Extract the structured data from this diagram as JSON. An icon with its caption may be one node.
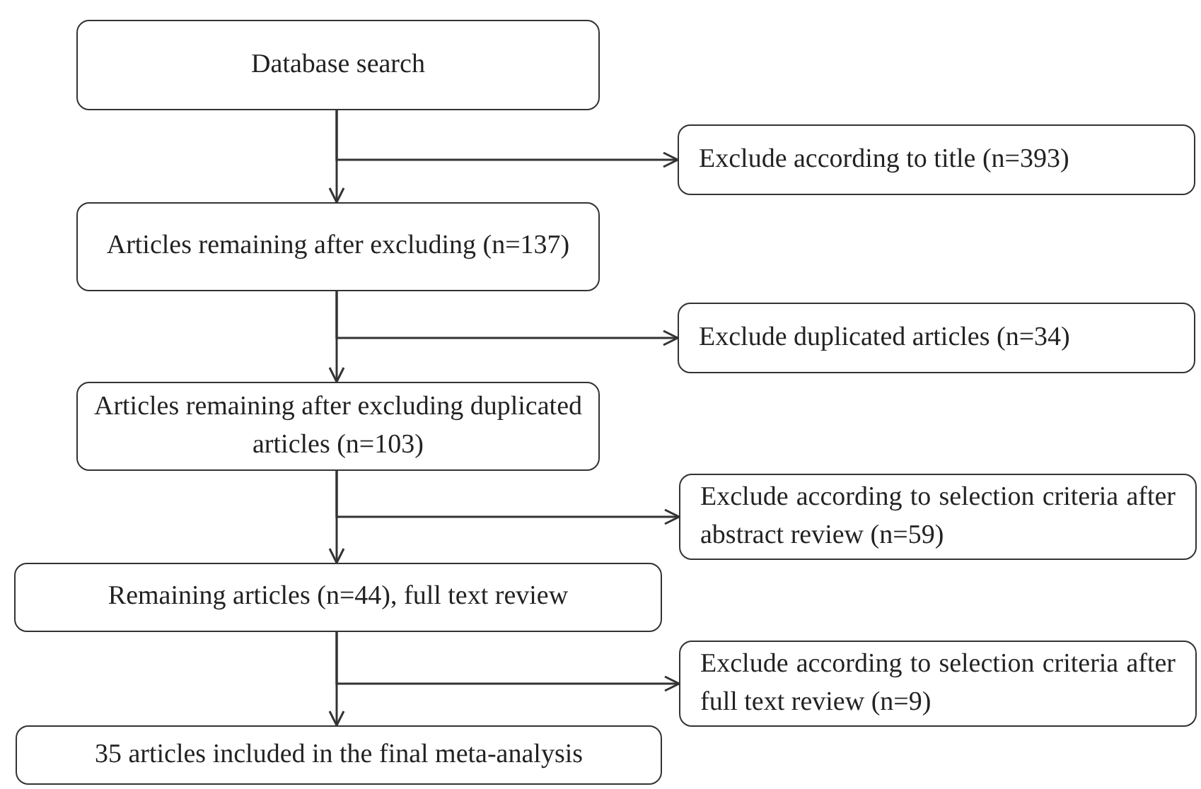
{
  "diagram": {
    "nodes": [
      {
        "text": [
          "Database search"
        ]
      },
      {
        "text": [
          "Exclude according to title (n=393)"
        ]
      },
      {
        "text": [
          "Articles remaining after excluding (n=137)"
        ]
      },
      {
        "text": [
          "Exclude duplicated articles (n=34)"
        ]
      },
      {
        "text": [
          "Articles remaining after excluding duplicated articles (n=103)"
        ]
      },
      {
        "text": [
          "Exclude according to selection criteria after abstract review (n=59)"
        ]
      },
      {
        "text": [
          "Remaining articles (n=44), full text review"
        ]
      },
      {
        "text": [
          "Exclude according to selection criteria after full text review (n=9)"
        ]
      },
      {
        "text": [
          "35 articles included in the final meta-analysis"
        ]
      }
    ],
    "edges": [
      {
        "from": 0,
        "to": 2,
        "arrow": "to"
      },
      {
        "from": 0,
        "to": 1,
        "arrow": "to"
      },
      {
        "from": 2,
        "to": 4,
        "arrow": "to"
      },
      {
        "from": 2,
        "to": 3,
        "arrow": "to"
      },
      {
        "from": 4,
        "to": 6,
        "arrow": "to"
      },
      {
        "from": 4,
        "to": 5,
        "arrow": "to"
      },
      {
        "from": 6,
        "to": 8,
        "arrow": "to"
      },
      {
        "from": 6,
        "to": 7,
        "arrow": "to"
      }
    ]
  }
}
